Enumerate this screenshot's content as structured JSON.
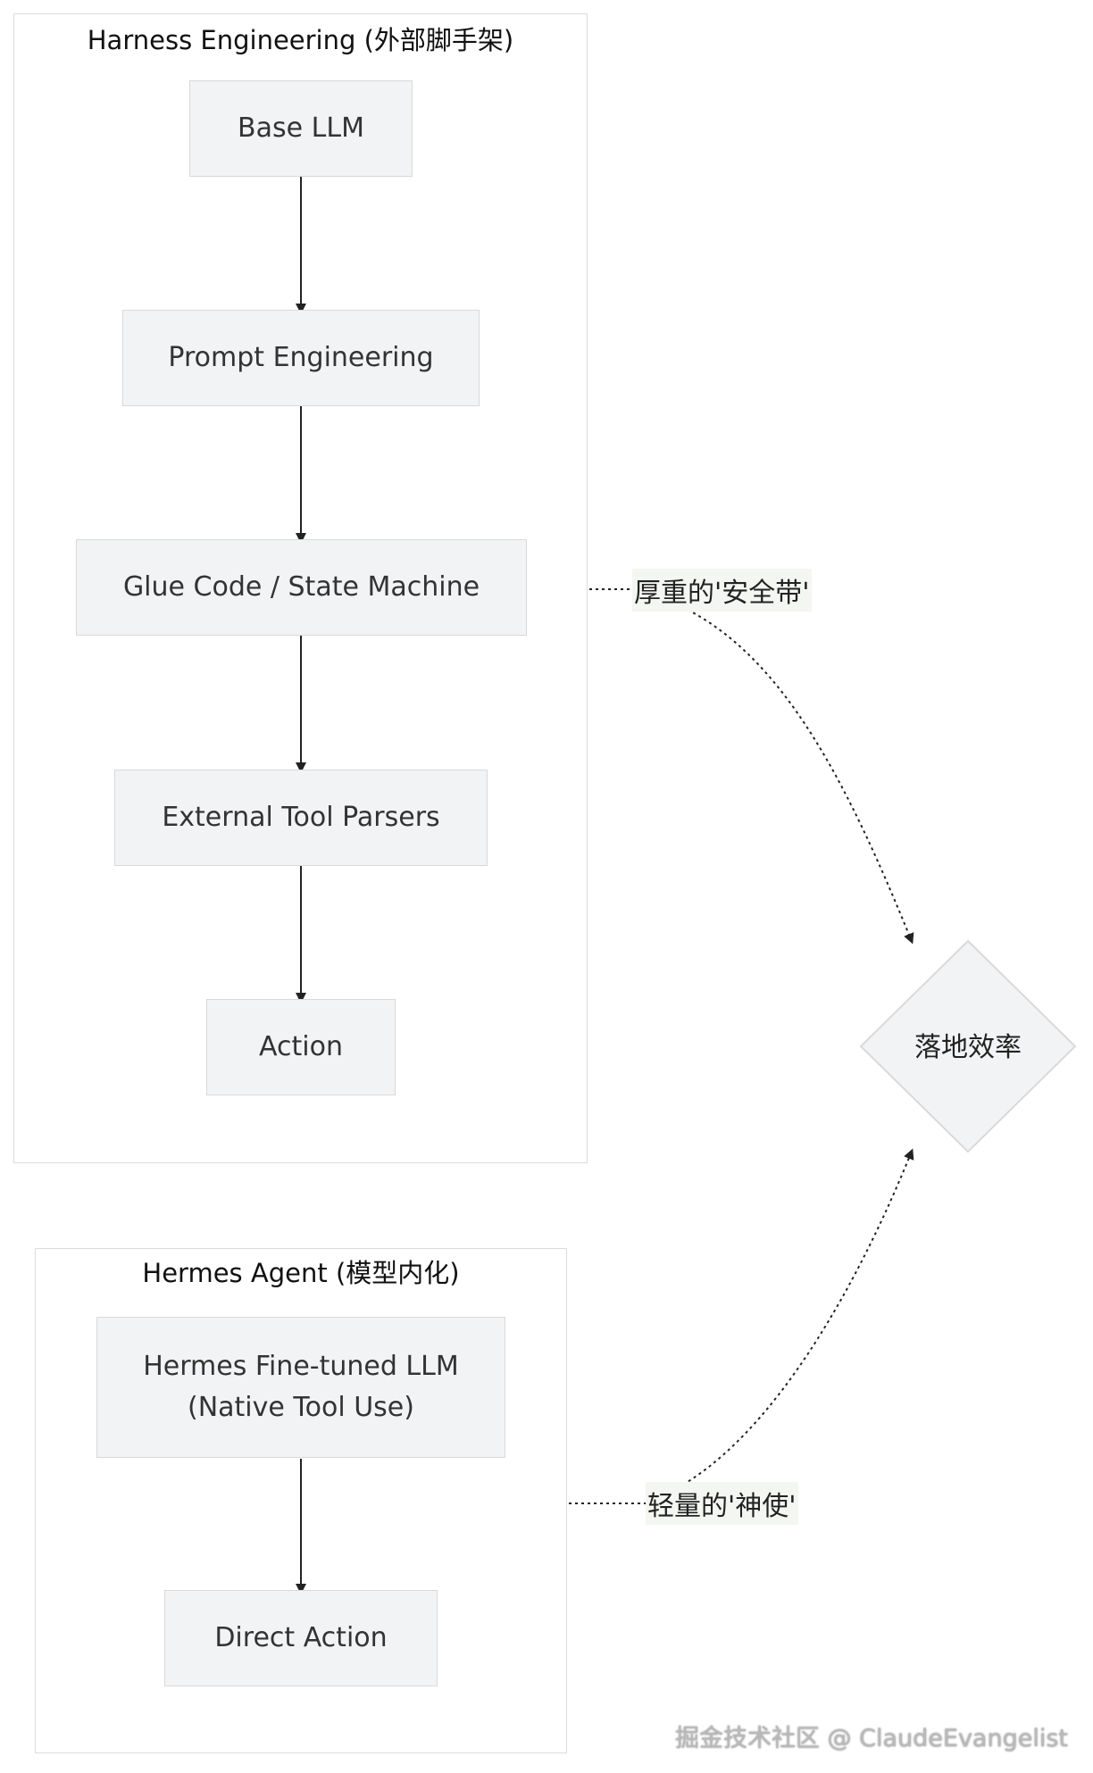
{
  "groups": {
    "harness": {
      "title": "Harness Engineering (外部脚手架)",
      "nodes": {
        "base_llm": "Base LLM",
        "prompt_engineering": "Prompt Engineering",
        "glue_code": "Glue Code / State Machine",
        "external_parsers": "External Tool Parsers",
        "action": "Action"
      }
    },
    "hermes": {
      "title": "Hermes Agent (模型内化)",
      "nodes": {
        "hermes_llm": "Hermes Fine-tuned LLM\n(Native Tool Use)",
        "direct_action": "Direct Action"
      }
    }
  },
  "decision": {
    "label": "落地效率"
  },
  "edge_labels": {
    "heavy": "厚重的'安全带'",
    "light": "轻量的'神使'"
  },
  "watermark": "掘金技术社区 @ ClaudeEvangelist"
}
